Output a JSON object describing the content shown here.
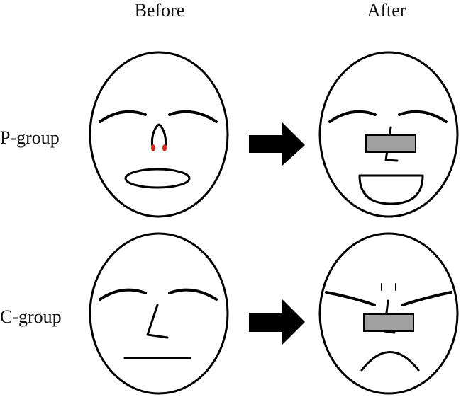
{
  "headers": {
    "before": "Before",
    "after": "After"
  },
  "groups": [
    {
      "label": "P-group"
    },
    {
      "label": "C-group"
    }
  ],
  "colors": {
    "outline": "#000000",
    "arrow": "#000000",
    "nasal_device": "#d42b1e",
    "bandage_fill": "#a0a0a0",
    "bandage_stroke": "#000000"
  },
  "icons": {
    "arrow": "right-arrow-icon",
    "nasal_device": "nasal-device-icon",
    "bandage": "nose-bandage-icon"
  }
}
